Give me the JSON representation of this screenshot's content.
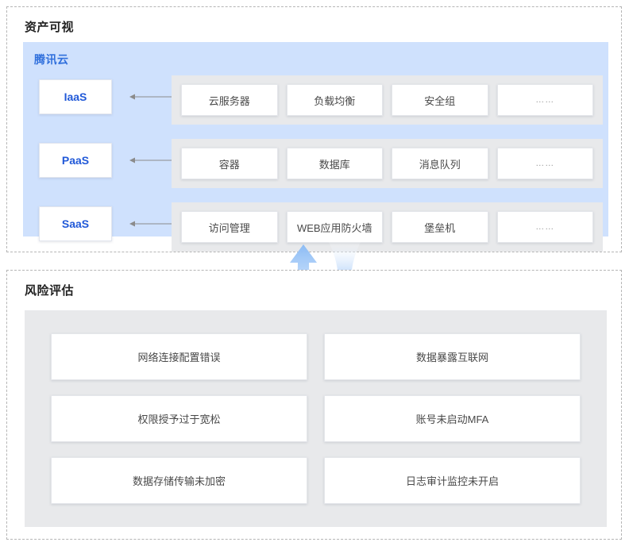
{
  "asset_section": {
    "title": "资产可视",
    "cloud": {
      "title": "腾讯云",
      "tiers": [
        {
          "label": "IaaS",
          "connector_icon": "double-arrow-horizontal-icon",
          "services": [
            "云服务器",
            "负载均衡",
            "安全组",
            "……"
          ]
        },
        {
          "label": "PaaS",
          "connector_icon": "double-arrow-horizontal-icon",
          "services": [
            "容器",
            "数据库",
            "消息队列",
            "……"
          ]
        },
        {
          "label": "SaaS",
          "connector_icon": "double-arrow-horizontal-icon",
          "services": [
            "访问管理",
            "WEB应用防火墙",
            "堡垒机",
            "……"
          ]
        }
      ]
    }
  },
  "flow": {
    "up_arrow_icon": "arrow-up-icon",
    "down_arrow_icon": "arrow-down-icon"
  },
  "risk_section": {
    "title": "风险评估",
    "rows": [
      [
        "网络连接配置错误",
        "数据暴露互联网"
      ],
      [
        "权限授予过于宽松",
        "账号未启动MFA"
      ],
      [
        "数据存储传输未加密",
        "日志审计监控未开启"
      ]
    ]
  },
  "colors": {
    "cloud_panel_bg": "#cfe1fd",
    "tier_label_text": "#2159d8",
    "cloud_title_text": "#2f6fdc",
    "group_bg": "#e8e9eb",
    "card_bg": "#ffffff",
    "card_text": "#494949",
    "dashed_border": "#b5b5b5",
    "arrow_blue": "#8cbcf5"
  }
}
